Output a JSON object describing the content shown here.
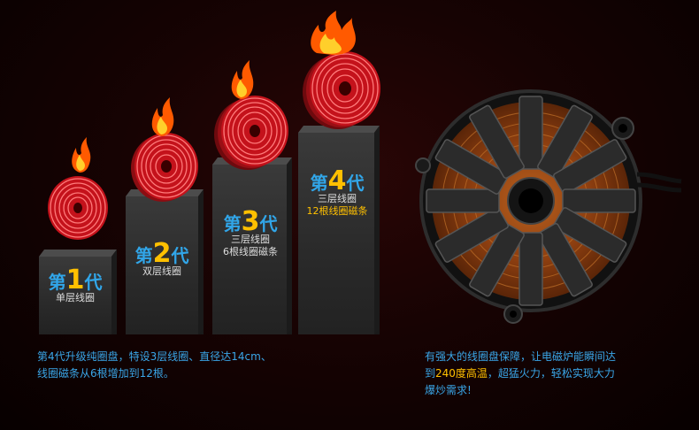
{
  "generations": [
    {
      "prefix": "第",
      "num": "1",
      "suffix": "代",
      "line1": "单层线圈",
      "line2": ""
    },
    {
      "prefix": "第",
      "num": "2",
      "suffix": "代",
      "line1": "双层线圈",
      "line2": ""
    },
    {
      "prefix": "第",
      "num": "3",
      "suffix": "代",
      "line1": "三层线圈",
      "line2": "6根线圈磁条"
    },
    {
      "prefix": "第",
      "num": "4",
      "suffix": "代",
      "line1": "三层线圈",
      "line2": "12根线圈磁条"
    }
  ],
  "caption_left": {
    "line1": "第4代升级纯圈盘，特设3层线圈、直径达14cm、",
    "line2": "线圈磁条从6根增加到12根。"
  },
  "caption_right": {
    "line1_a": "有强大的线圈盘保障，让电磁炉能瞬间达",
    "line2_a": "到",
    "line2_hl": "240度高温",
    "line2_b": "，超猛火力，轻松实现大力",
    "line3": "爆炒需求!"
  },
  "colors": {
    "accent_blue": "#31a6e9",
    "accent_yellow": "#ffc000",
    "coil_red": "#e8262e"
  }
}
